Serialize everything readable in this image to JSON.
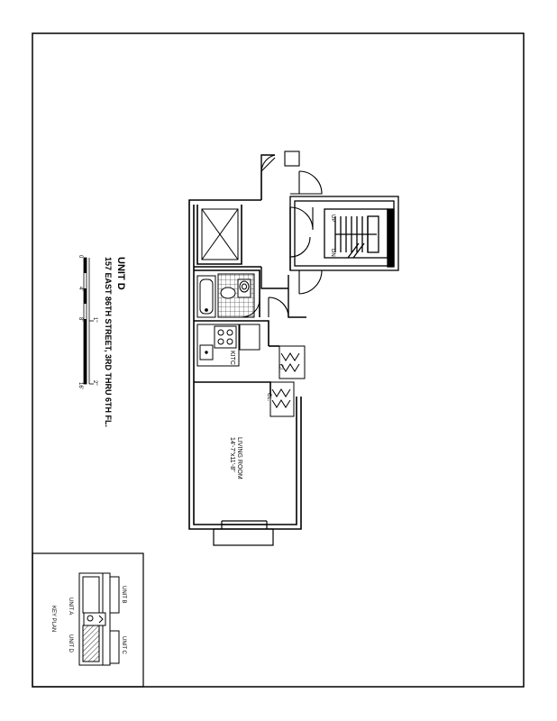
{
  "title": {
    "unit": "UNIT D",
    "address": "157 EAST 86TH STREET, 3RD THRU 6TH FL."
  },
  "scale": {
    "feet": [
      "0",
      "4'",
      "8'",
      "16'"
    ],
    "inches": [
      "1\"",
      "2\""
    ]
  },
  "rooms": {
    "kitchen": "KITC.",
    "living_line1": "LIVING ROOM",
    "living_line2": "14'-7\"x11'-8\"",
    "closet1": "CL.",
    "closet2": "CL."
  },
  "stair": {
    "up": "UP",
    "down": "DN"
  },
  "key_plan": {
    "title": "KEY PLAN",
    "unit_a": "UNIT A",
    "unit_b": "UNIT B",
    "unit_c": "UNIT C",
    "unit_d": "UNIT D"
  },
  "colors": {
    "ink": "#000000",
    "paper": "#ffffff"
  }
}
